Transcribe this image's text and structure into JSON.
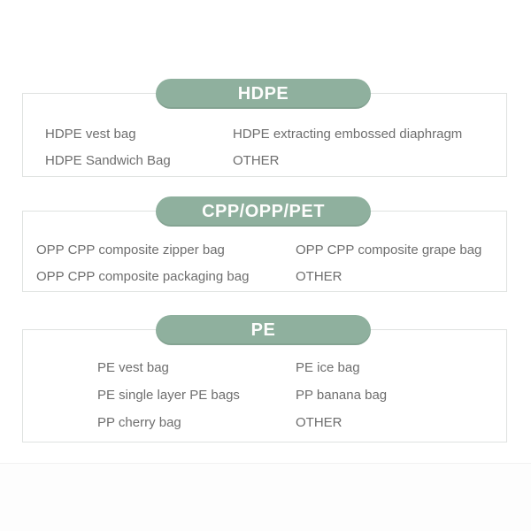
{
  "page": {
    "background": "#ffffff",
    "accent_color": "#8fb09e",
    "text_color": "#6e6e6e",
    "card_border_color": "#dfe2e0"
  },
  "sections": [
    {
      "id": "hdpe",
      "title": "HDPE",
      "items_left": [
        "HDPE vest bag",
        "HDPE Sandwich Bag"
      ],
      "items_right": [
        "HDPE extracting embossed diaphragm",
        "OTHER"
      ]
    },
    {
      "id": "cpp-opp-pet",
      "title": "CPP/OPP/PET",
      "items_left": [
        "OPP CPP composite zipper bag",
        "OPP CPP composite packaging bag"
      ],
      "items_right": [
        "OPP CPP composite grape bag",
        "OTHER"
      ]
    },
    {
      "id": "pe",
      "title": "PE",
      "items_left": [
        "PE vest bag",
        "PE single layer PE bags",
        "PP cherry bag"
      ],
      "items_right": [
        "PE ice bag",
        "PP banana bag",
        "OTHER"
      ]
    }
  ]
}
